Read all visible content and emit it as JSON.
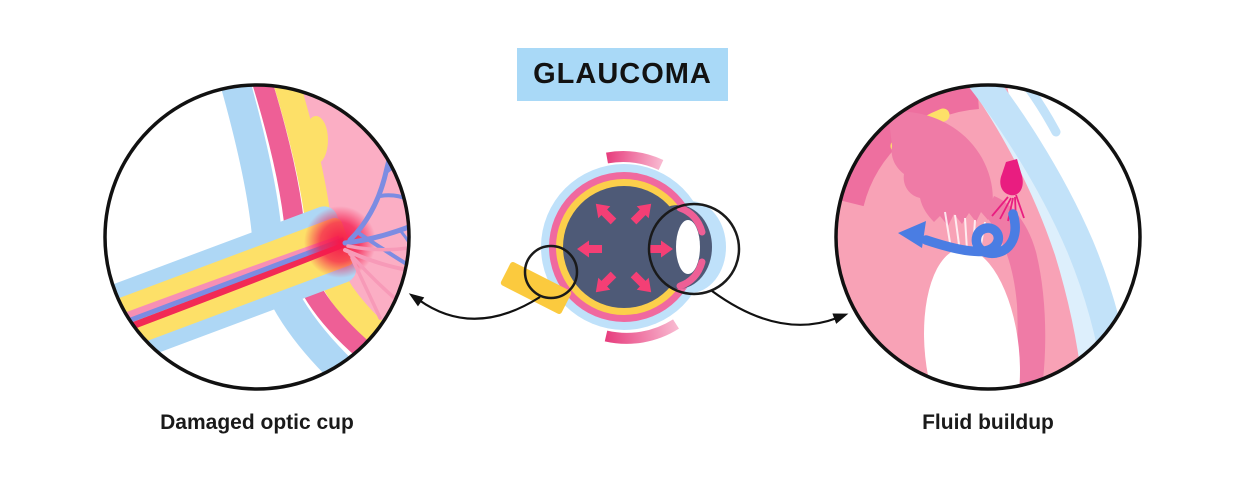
{
  "title": {
    "text": "GLAUCOMA"
  },
  "callouts": {
    "left": {
      "label": "Damaged optic cup"
    },
    "right": {
      "label": "Fluid buildup"
    }
  },
  "colors": {
    "title_bg": "#a9d9f7",
    "sclera_blue": "#bfe1fa",
    "choroid_pink": "#f0699f",
    "retina_yellow": "#fccf4b",
    "vitreous_dark": "#4e5a77",
    "pressure_arrow_pink": "#f43f75",
    "optic_nerve_yellow": "#fbca3e",
    "nerve_sheath_blue": "#aed7f5",
    "vessel_blue": "#7c8ce2",
    "vessel_pink": "#f78fb4",
    "damage_red": "#f5194b",
    "inner_retina_pink": "#fbaec4",
    "iris_pink": "#ef7ba6",
    "anterior_chamber_blue": "#ddeffc",
    "cornea_blue": "#c2e2f9",
    "fluid_arrow_blue": "#4a7de3",
    "drain_magenta": "#e91d80",
    "outline_black": "#111111"
  }
}
